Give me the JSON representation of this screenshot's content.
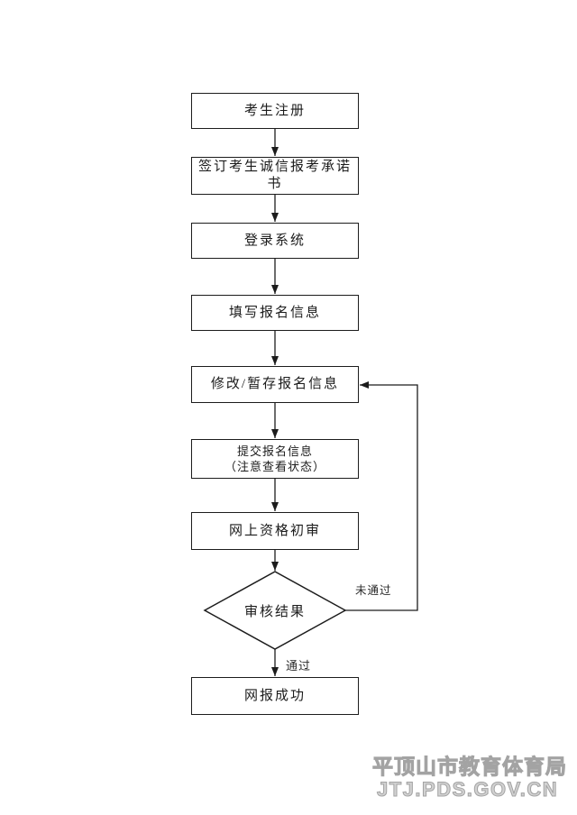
{
  "flowchart": {
    "nodes": [
      {
        "id": "register",
        "type": "process",
        "label": "考生注册"
      },
      {
        "id": "commitment",
        "type": "process",
        "label": "签订考生诚信报考承诺书"
      },
      {
        "id": "login",
        "type": "process",
        "label": "登录系统"
      },
      {
        "id": "fill-info",
        "type": "process",
        "label": "填写报名信息"
      },
      {
        "id": "modify-save",
        "type": "process",
        "label": "修改/暂存报名信息"
      },
      {
        "id": "submit-info",
        "type": "process",
        "label": "提交报名信息",
        "sublabel": "（注意查看状态）"
      },
      {
        "id": "online-review",
        "type": "process",
        "label": "网上资格初审"
      },
      {
        "id": "review-result",
        "type": "decision",
        "label": "审核结果"
      },
      {
        "id": "success",
        "type": "process",
        "label": "网报成功"
      }
    ],
    "edge_labels": {
      "fail": "未通过",
      "pass": "通过"
    },
    "line_color": "#1c1c1c"
  },
  "watermark": {
    "line1": "平顶山市教育体育局",
    "line2": "JTJ.PDS.GOV.CN",
    "color": "#a3a3a3"
  }
}
